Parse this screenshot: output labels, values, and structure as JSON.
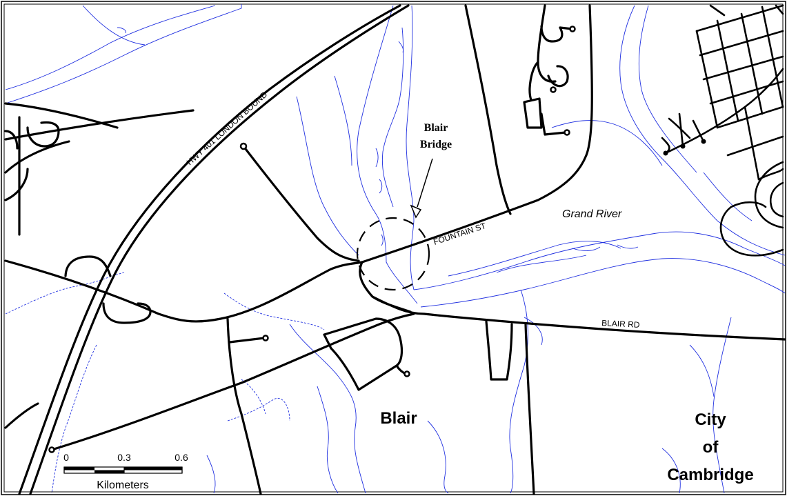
{
  "map": {
    "bridge_label_line1": "Blair",
    "bridge_label_line2": "Bridge",
    "road_hwy401": "HWY 401 LONDON BOUND",
    "road_fountain": "FOUNTAIN ST",
    "road_blair": "BLAIR RD",
    "river_label": "Grand River",
    "place_blair": "Blair",
    "place_city_line1": "City",
    "place_city_line2": "of",
    "place_city_line3": "Cambridge"
  },
  "scale_bar": {
    "ticks": [
      "0",
      "0.3",
      "0.6"
    ],
    "unit": "Kilometers"
  },
  "colors": {
    "water": "#1f2fe0",
    "roads": "#000000",
    "background": "#ffffff"
  }
}
